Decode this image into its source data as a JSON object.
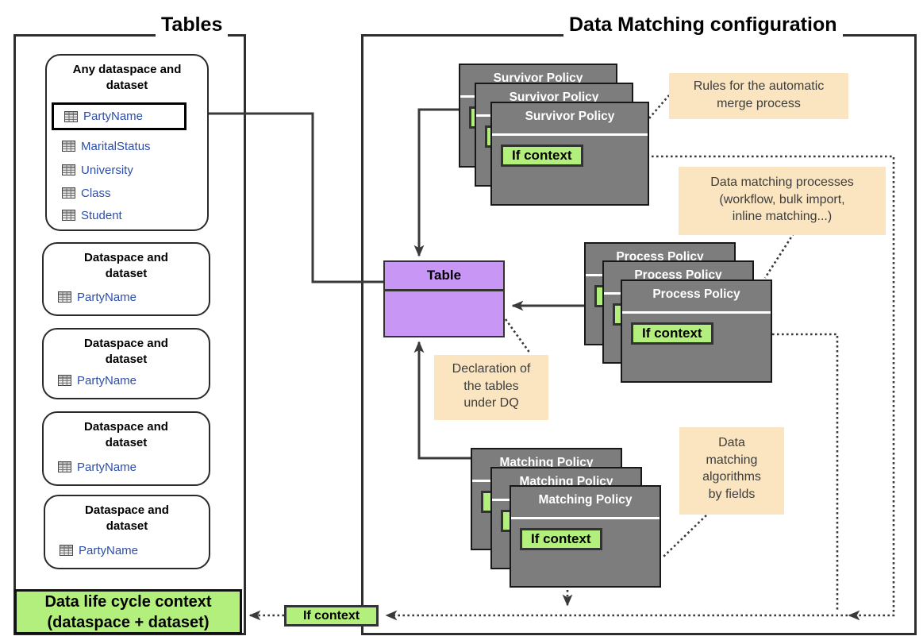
{
  "left_panel": {
    "title": "Tables",
    "any_group": {
      "title_lines": [
        "Any dataspace and",
        "dataset"
      ],
      "items": [
        {
          "label": "PartyName"
        },
        {
          "label": "MaritalStatus"
        },
        {
          "label": "University"
        },
        {
          "label": "Class"
        },
        {
          "label": "Student"
        }
      ]
    },
    "groups": [
      {
        "title_lines": [
          "Dataspace and",
          "dataset"
        ],
        "item": "PartyName"
      },
      {
        "title_lines": [
          "Dataspace and",
          "dataset"
        ],
        "item": "PartyName"
      },
      {
        "title_lines": [
          "Dataspace and",
          "dataset"
        ],
        "item": "PartyName"
      },
      {
        "title_lines": [
          "Dataspace and",
          "dataset"
        ],
        "item": "PartyName"
      }
    ],
    "footer_lines": [
      "Data life cycle context",
      "(dataspace + dataset)"
    ]
  },
  "right_panel": {
    "title": "Data Matching configuration",
    "table_box_title": "Table",
    "if_context_label": "If context",
    "stacks": {
      "survivor": {
        "title": "Survivor Policy",
        "copies": 3
      },
      "process": {
        "title": "Process Policy",
        "copies": 3
      },
      "matching": {
        "title": "Matching Policy",
        "copies": 3
      }
    },
    "notes": {
      "rules_lines": [
        "Rules for the automatic",
        "merge process"
      ],
      "processes_lines": [
        "Data matching processes",
        "(workflow, bulk import,",
        "inline matching...)"
      ],
      "declaration_lines": [
        "Declaration of",
        "the tables",
        "under DQ"
      ],
      "algorithms_lines": [
        "Data",
        "matching",
        "algorithms",
        "by fields"
      ]
    },
    "bottom_if_context": "If context"
  },
  "colors": {
    "policy_gray": "#7d7d7d",
    "if_context_green": "#b3ef7d",
    "table_purple": "#c897f6",
    "note_tan": "#fbe5c1",
    "link_blue": "#2b4dac",
    "line_dark": "#3a3a3a"
  }
}
